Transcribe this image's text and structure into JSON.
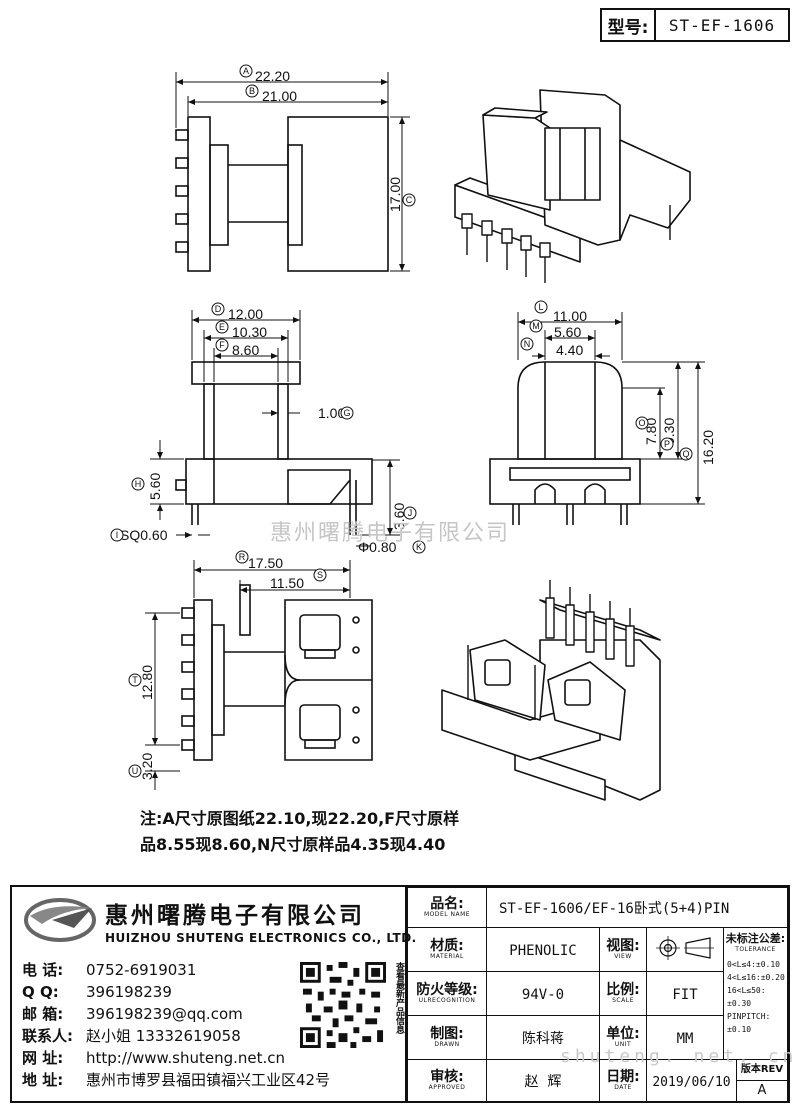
{
  "model": {
    "label": "型号:",
    "value": "ST-EF-1606"
  },
  "dims": {
    "top": {
      "a": "22.20",
      "b": "21.00",
      "c": "17.00",
      "A": "A",
      "B": "B",
      "C": "C"
    },
    "mid_left": {
      "d": "12.00",
      "e": "10.30",
      "f": "8.60",
      "g": "1.00",
      "h": "5.60",
      "i": "SQ0.60",
      "j": "3.60",
      "k": "Φ0.80",
      "D": "D",
      "E": "E",
      "F": "F",
      "G": "G",
      "H": "H",
      "I": "I",
      "J": "J",
      "K": "K"
    },
    "mid_right": {
      "l": "11.00",
      "m": "5.60",
      "n": "4.40",
      "o": "7.80",
      "p": "9.30",
      "q": "16.20",
      "L": "L",
      "M": "M",
      "N": "N",
      "O": "O",
      "P": "P",
      "Q": "Q"
    },
    "bottom": {
      "r": "17.50",
      "s": "11.50",
      "t": "12.80",
      "u": "3.20",
      "R": "R",
      "S": "S",
      "T": "T",
      "U": "U"
    }
  },
  "note": {
    "line1": "注:A尺寸原图纸22.10,现22.20,F尺寸原样",
    "line2": "品8.55现8.60,N尺寸原样品4.35现4.40"
  },
  "watermark": "惠州曙腾电子有限公司",
  "watermark_url": "shuteng. net. cn",
  "company": {
    "name_cn": "惠州曙腾电子有限公司",
    "name_en": "HUIZHOU SHUTENG ELECTRONICS CO., LTD.",
    "qr_caption": "查看最新产品信息",
    "contacts": [
      {
        "key": "电    话:",
        "value": "0752-6919031"
      },
      {
        "key": "Q      Q:",
        "value": "396198239"
      },
      {
        "key": "邮    箱:",
        "value": "396198239@qq.com"
      },
      {
        "key": "联系人:",
        "value": "赵小姐 13332619058"
      },
      {
        "key": "网    址:",
        "value": "http://www.shuteng.net.cn"
      },
      {
        "key": "地    址:",
        "value": "惠州市博罗县福田镇福兴工业区42号"
      }
    ]
  },
  "titleblock": {
    "model_name": {
      "cn": "品名:",
      "en": "MODEL NAME",
      "value": "ST-EF-1606/EF-16卧式(5+4)PIN"
    },
    "material": {
      "cn": "材质:",
      "en": "MATERIAL",
      "value": "PHENOLIC"
    },
    "view": {
      "cn": "视图:",
      "en": "VIEW"
    },
    "tolerance": {
      "title": "未标注公差:",
      "en": "TOLERANCE",
      "lines": [
        "0<L≤4:±0.10",
        "4<L≤16:±0.20",
        "16<L≤50:±0.30",
        "PINPITCH:±0.10"
      ]
    },
    "flame": {
      "cn": "防火等级:",
      "en": "ULRECOGNITION",
      "value": "94V-0"
    },
    "scale": {
      "cn": "比例:",
      "en": "SCALE",
      "value": "FIT"
    },
    "drawn": {
      "cn": "制图:",
      "en": "DRAWN",
      "value": "陈科蒋"
    },
    "unit": {
      "cn": "单位:",
      "en": "UNIT",
      "value": "MM"
    },
    "approved": {
      "cn": "审核:",
      "en": "APPROVED",
      "value": "赵  辉"
    },
    "date": {
      "cn": "日期:",
      "en": "DATE",
      "value": "2019/06/10"
    },
    "version": {
      "label": "版本REV",
      "value": "A"
    }
  }
}
